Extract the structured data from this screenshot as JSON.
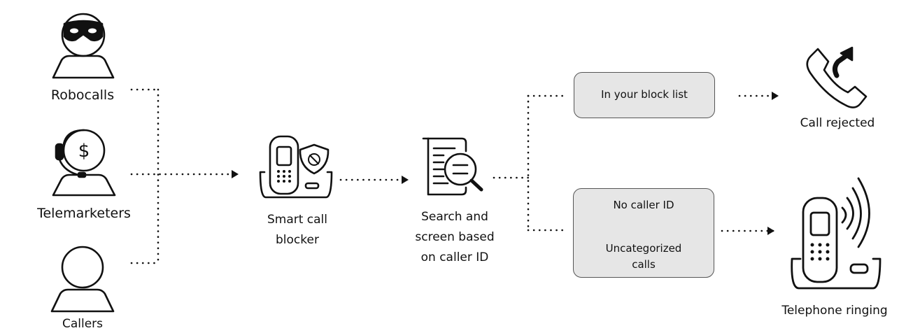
{
  "sources": {
    "robocalls": "Robocalls",
    "telemarketers": "Telemarketers",
    "callers": "Callers"
  },
  "blocker": {
    "line1": "Smart call",
    "line2": "blocker"
  },
  "screen": {
    "line1": "Search and",
    "line2": "screen based",
    "line3": "on caller ID"
  },
  "boxes": {
    "block_list": "In your block list",
    "no_caller_id": "No caller ID",
    "uncat_line1": "Uncategorized",
    "uncat_line2": "calls"
  },
  "outcomes": {
    "rejected": "Call rejected",
    "ringing": "Telephone ringing"
  },
  "icons": {
    "robocaller": "masked-person-icon",
    "telemarketer": "headset-dollar-person-icon",
    "caller": "person-icon",
    "blocker": "cordless-phone-shield-icon",
    "screen": "document-magnifier-icon",
    "rejected": "handset-rejected-arrow-icon",
    "ringing": "ringing-cordless-phone-icon"
  }
}
